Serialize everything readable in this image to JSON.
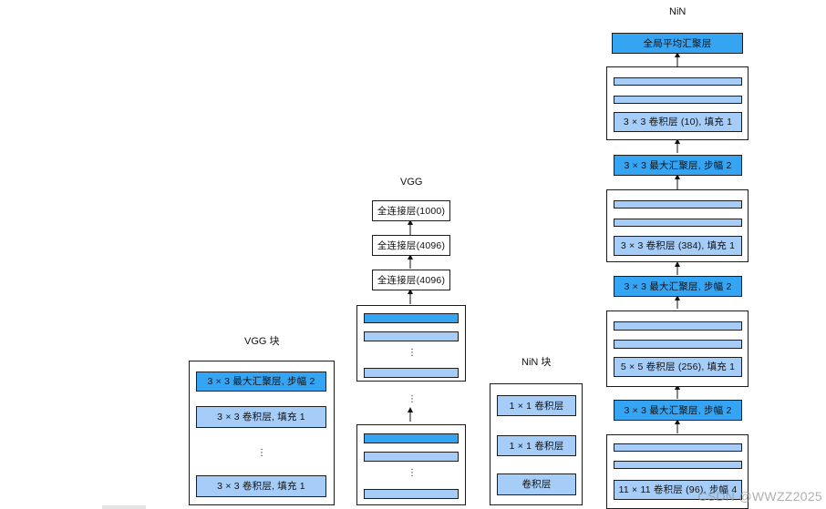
{
  "vgg_block": {
    "title": "VGG 块",
    "pool": "3 × 3 最大汇聚层, 步幅 2",
    "conv_top": "3 × 3 卷积层, 填充 1",
    "dots": "⋮",
    "conv_bottom": "3 × 3 卷积层, 填充 1"
  },
  "vgg": {
    "title": "VGG",
    "fc3": "全连接层(1000)",
    "fc2": "全连接层(4096)",
    "fc1": "全连接层(4096)",
    "dots": "⋮"
  },
  "nin_block": {
    "title": "NiN 块",
    "conv1x1_top": "1 × 1 卷积层",
    "conv1x1_bottom": "1 × 1 卷积层",
    "conv": "卷积层"
  },
  "nin": {
    "title": "NiN",
    "gap": "全局平均汇聚层",
    "block4_conv": "3 × 3 卷积层 (10), 填充 1",
    "pool3": "3 × 3 最大汇聚层, 步幅 2",
    "block3_conv": "3 × 3 卷积层 (384), 填充 1",
    "pool2": "3 × 3 最大汇聚层, 步幅 2",
    "block2_conv": "5 × 5 卷积层 (256), 填充 1",
    "pool1": "3 × 3 最大汇聚层, 步幅 2",
    "block1_conv": "11 × 11 卷积层 (96), 步幅 4"
  },
  "watermark": "CSDN @WWZZ2025",
  "colors": {
    "light_blue": "#a6cdf8",
    "dark_blue": "#35a4f2",
    "border": "#1d1d1d"
  }
}
